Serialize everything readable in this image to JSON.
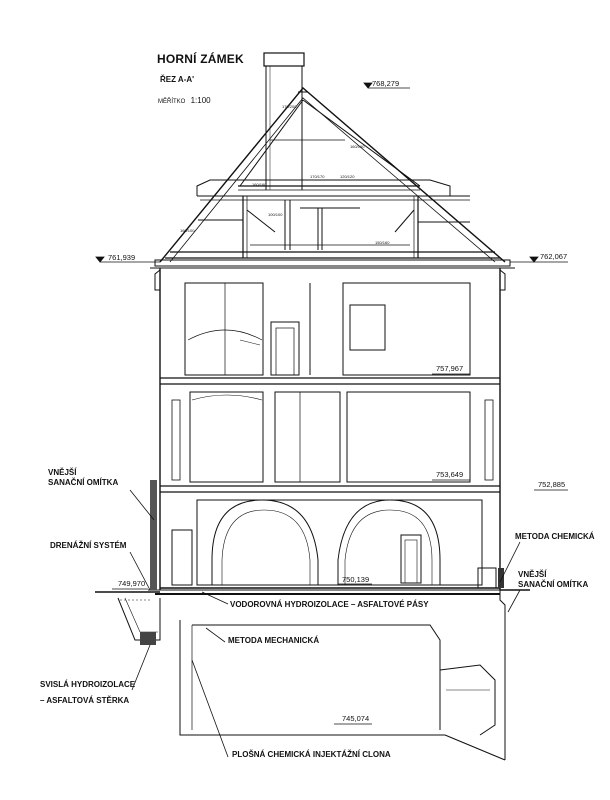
{
  "title": "HORNÍ ZÁMEK",
  "section": "ŘEZ A-A'",
  "scale_label": "MĚŘÍTKO",
  "scale_value": "1:100",
  "levels": {
    "ridge": "768,279",
    "eaves_left": "761,939",
    "eaves_right": "762,067",
    "floor_2": "757,967",
    "floor_1": "753,649",
    "ground_right": "752,885",
    "terrain_left": "749,970",
    "ground_floor": "750,139",
    "basement": "745,074"
  },
  "annotations": {
    "ext_plaster_left_1": "VNĚJŠÍ",
    "ext_plaster_left_2": "SANAČNÍ OMÍTKA",
    "drainage": "DRENÁŽNÍ SYSTÉM",
    "vert_insul_1": "SVISLÁ HYDROIZOLACE",
    "vert_insul_2": "– ASFALTOVÁ STĚRKA",
    "horiz_insul": "VODOROVNÁ HYDROIZOLACE – ASFALTOVÉ PÁSY",
    "mech_method": "METODA MECHANICKÁ",
    "chem_curtain": "PLOŠNÁ CHEMICKÁ INJEKTÁŽNÍ CLONA",
    "chem_method": "METODA CHEMICKÁ",
    "ext_plaster_right_1": "VNĚJŠÍ",
    "ext_plaster_right_2": "SANAČNÍ OMÍTKA"
  },
  "beams": {
    "b1": "170/200",
    "b2": "160/160",
    "b3": "170/170",
    "b4": "120/120",
    "b5": "160/160",
    "b6": "100/100",
    "b7": "150/160",
    "b8": "160/100"
  }
}
